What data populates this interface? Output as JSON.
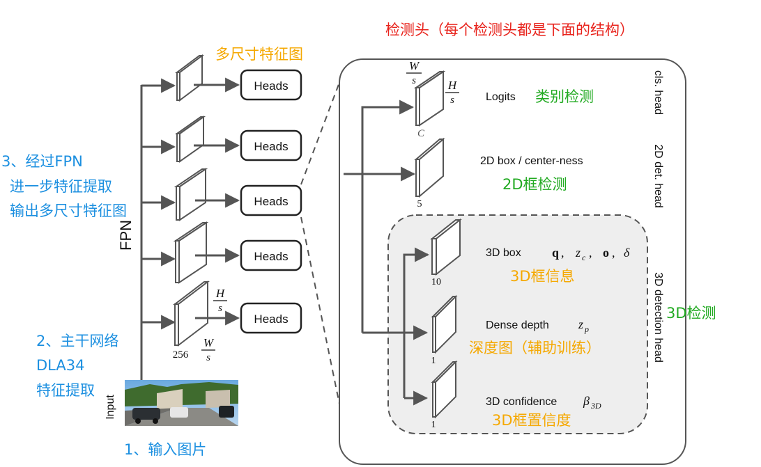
{
  "colors": {
    "blue": "#1b8fe0",
    "orange": "#f5a800",
    "green": "#22aa22",
    "red": "#e8231c",
    "line": "#555555",
    "dark": "#111111"
  },
  "head_group_title": "检测头（每个检测头都是下面的结构）",
  "multi_scale_feature_label": "多尺寸特征图",
  "fpn_label": "FPN",
  "input_label": "Input",
  "annotations": {
    "step1": "1、输入图片",
    "step2_line1": "2、主干网络",
    "step2_line2": "DLA34",
    "step2_line3": "特征提取",
    "step3_line1": "3、经过FPN",
    "step3_line2": "进一步特征提取",
    "step3_line3": "输出多尺寸特征图"
  },
  "heads_label": "Heads",
  "fpn_dims": {
    "channels": "256",
    "w": "W",
    "h": "H",
    "s": "s"
  },
  "cls_head": {
    "side_label": "cls. head",
    "logits_label": "Logits",
    "cn_label": "类别检测",
    "channels": "C"
  },
  "det2d_head": {
    "side_label": "2D det. head",
    "label": "2D box / center-ness",
    "cn_label": "2D框检测",
    "channels": "5"
  },
  "det3d_head": {
    "side_label": "3D detection head",
    "cn_label": "3D检测",
    "box": {
      "label": "3D box",
      "params": [
        "q",
        "z",
        "c",
        "o",
        "δ"
      ],
      "cn_label": "3D框信息",
      "channels": "10"
    },
    "depth": {
      "label": "Dense depth",
      "param": "z",
      "param_sub": "p",
      "cn_label": "深度图（辅助训练）",
      "channels": "1"
    },
    "confidence": {
      "label": "3D confidence",
      "param": "β",
      "param_sub": "3D",
      "cn_label": "3D框置信度",
      "channels": "1"
    }
  }
}
